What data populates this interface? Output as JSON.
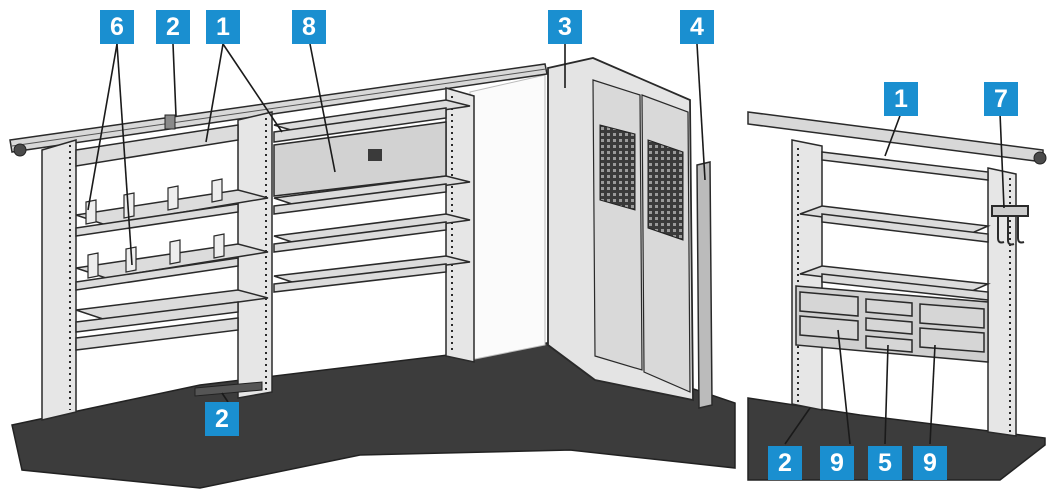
{
  "colors": {
    "callout_bg": "#1a8fd0",
    "callout_text": "#ffffff",
    "floor": "#3c3c3c",
    "panel": "#e6e6e6",
    "line": "#2a2a2a"
  },
  "left_view": {
    "callouts": [
      "6",
      "2",
      "1",
      "8",
      "3",
      "4",
      "2"
    ]
  },
  "right_view": {
    "callouts": [
      "1",
      "7",
      "2",
      "9",
      "5",
      "9"
    ]
  }
}
